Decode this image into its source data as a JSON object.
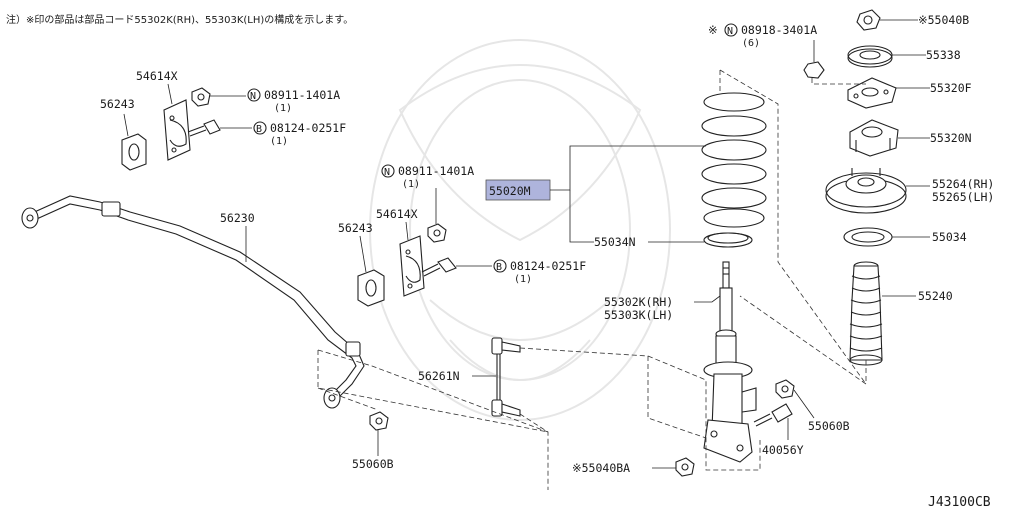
{
  "diagram": {
    "note": "注）※印の部品は部品コード55302K(RH)、55303K(LH)の構成を示します。",
    "code": "J43100CB",
    "highlight_color": "#aeb4dc",
    "callouts": {
      "c55040B": "※55040B",
      "c55338": "55338",
      "c55320F": "55320F",
      "c55320N": "55320N",
      "c55264": "55264(RH)",
      "c55265": "55265(LH)",
      "c55034r": "55034",
      "c55240": "55240",
      "c08918": "※",
      "c08918n": "08918-3401A",
      "c08918q": "(6)",
      "c55020M": "55020M",
      "c55034N": "55034N",
      "c55302K": "55302K(RH)",
      "c55303K": "55303K(LH)",
      "c55060Br": "55060B",
      "c40056Y": "40056Y",
      "c55040BA": "※55040BA",
      "c56261N": "56261N",
      "c55060Bl": "55060B",
      "c56230": "56230",
      "c54614X1": "54614X",
      "c56243a": "56243",
      "c08911a": "08911-1401A",
      "c08911aq": "(1)",
      "c08124a": "08124-0251F",
      "c08124aq": "(1)",
      "c08911b": "08911-1401A",
      "c08911bq": "(1)",
      "c54614X2": "54614X",
      "c56243b": "56243",
      "c08124b": "08124-0251F",
      "c08124bq": "(1)",
      "markN": "N",
      "markB": "B"
    }
  }
}
